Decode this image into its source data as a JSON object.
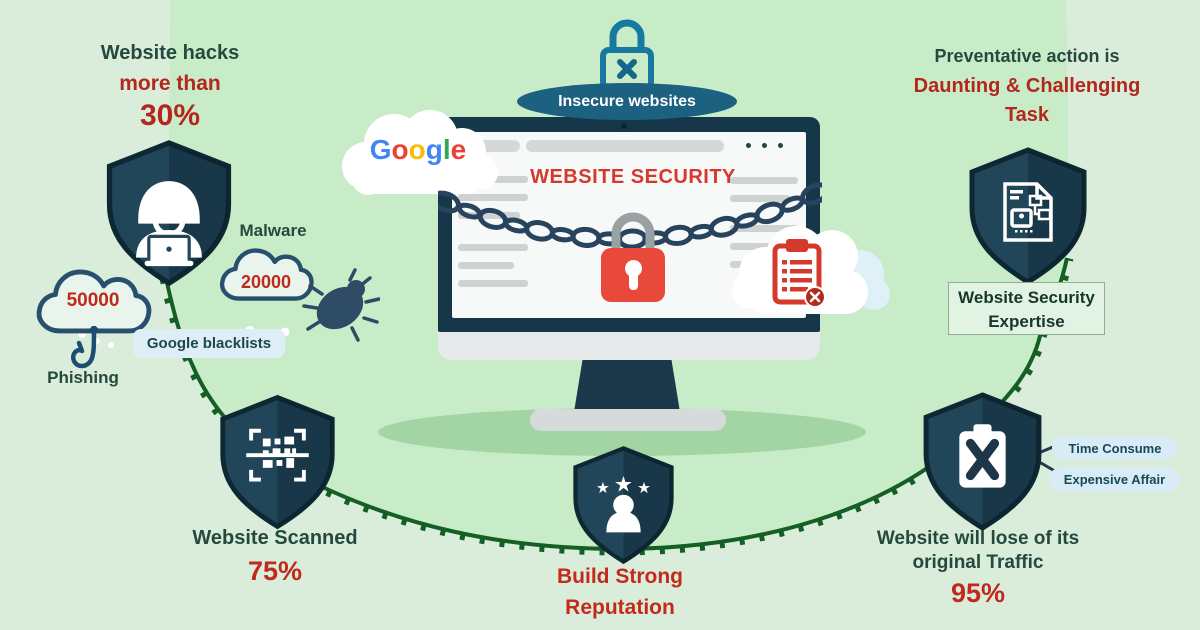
{
  "palette": {
    "background": "#d9edda",
    "inner_circle_green": "#c9ecc8",
    "arc_dark_green": "#135f24",
    "shield_navy": "#214659",
    "heading_teal": "#25493f",
    "accent_red": "#b3271d",
    "bright_red": "#d6382c",
    "padlock_red": "#e9493a",
    "pill_blue_bg": "#d9ecf6",
    "cloud_outline_navy": "#28506e",
    "insecure_ellipse_blue": "#1d6180",
    "lock_teal": "#1779a0"
  },
  "stat_hacks": {
    "line1": "Website hacks",
    "line2": "more than",
    "value": "30%"
  },
  "cloud_phishing": {
    "value": "50000",
    "label": "Phishing"
  },
  "cloud_malware": {
    "label": "Malware",
    "value": "20000"
  },
  "google_blacklists_pill": {
    "label": "Google blacklists"
  },
  "google_cloud": {
    "word": "Google",
    "letters": [
      {
        "char": "G",
        "color": "#4285F4"
      },
      {
        "char": "o",
        "color": "#EA4335"
      },
      {
        "char": "o",
        "color": "#FBBC05"
      },
      {
        "char": "g",
        "color": "#4285F4"
      },
      {
        "char": "l",
        "color": "#34A853"
      },
      {
        "char": "e",
        "color": "#EA4335"
      }
    ]
  },
  "insecure_badge": {
    "label": "Insecure websites"
  },
  "monitor": {
    "screen_title": "WEBSITE SECURITY"
  },
  "preventative": {
    "line1": "Preventative action is",
    "line2": "Daunting & Challenging",
    "line3": "Task"
  },
  "expertise_box": {
    "line1": "Website Security",
    "line2": "Expertise"
  },
  "cost_pills": {
    "pill1": "Time Consume",
    "pill2": "Expensive Affair"
  },
  "traffic_loss": {
    "line1": "Website will lose of its",
    "line2": "original Traffic",
    "value": "95%"
  },
  "reputation": {
    "line1": "Build Strong",
    "line2": "Reputation"
  },
  "scanned": {
    "label": "Website Scanned",
    "value": "75%"
  },
  "icons": {
    "hacker": "hacker-at-laptop-icon",
    "qr": "qr-scan-icon",
    "document": "document-security-flowchart-icon",
    "x_clipboard": "x-clipboard-icon",
    "reputation": "person-with-stars-icon",
    "insecure_lock": "padlock-x-icon",
    "red_padlock": "red-padlock-icon",
    "chain": "chain-icon",
    "hook": "fish-hook-icon",
    "bug": "malware-bug-icon",
    "clipboard_alert": "clipboard-alert-icon",
    "clouds": "cloud-icon"
  }
}
